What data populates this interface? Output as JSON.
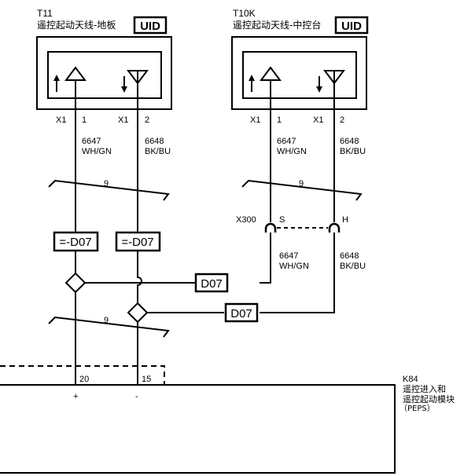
{
  "components": {
    "t11": {
      "ref": "T11",
      "name": "遥控起动天线-地板",
      "uid": "UID",
      "pins": [
        {
          "connector": "X1",
          "pin": "1",
          "circuit": "6647",
          "color": "WH/GN"
        },
        {
          "connector": "X1",
          "pin": "2",
          "circuit": "6648",
          "color": "BK/BU"
        }
      ]
    },
    "t10k": {
      "ref": "T10K",
      "name": "遥控起动天线-中控台",
      "uid": "UID",
      "pins": [
        {
          "connector": "X1",
          "pin": "1",
          "circuit": "6647",
          "color": "WH/GN"
        },
        {
          "connector": "X1",
          "pin": "2",
          "circuit": "6648",
          "color": "BK/BU"
        }
      ]
    },
    "k84": {
      "ref": "K84",
      "name_line1": "遥控进入和",
      "name_line2": "遥控起动模块",
      "name_line3": "（PEPS）",
      "pins": [
        {
          "pin": "20",
          "polarity": "+"
        },
        {
          "pin": "15",
          "polarity": "-"
        }
      ]
    }
  },
  "harness": {
    "break_label_top_left": "9",
    "break_label_top_right": "9",
    "break_label_bottom": "9",
    "connector_x300": "X300",
    "pin_s": "S",
    "pin_h": "H",
    "lower_right_wires": [
      {
        "circuit": "6647",
        "color": "WH/GN"
      },
      {
        "circuit": "6648",
        "color": "BK/BU"
      }
    ]
  },
  "references": {
    "left_tag_1": "=-D07",
    "left_tag_2": "=-D07",
    "d07_a": "D07",
    "d07_b": "D07"
  }
}
